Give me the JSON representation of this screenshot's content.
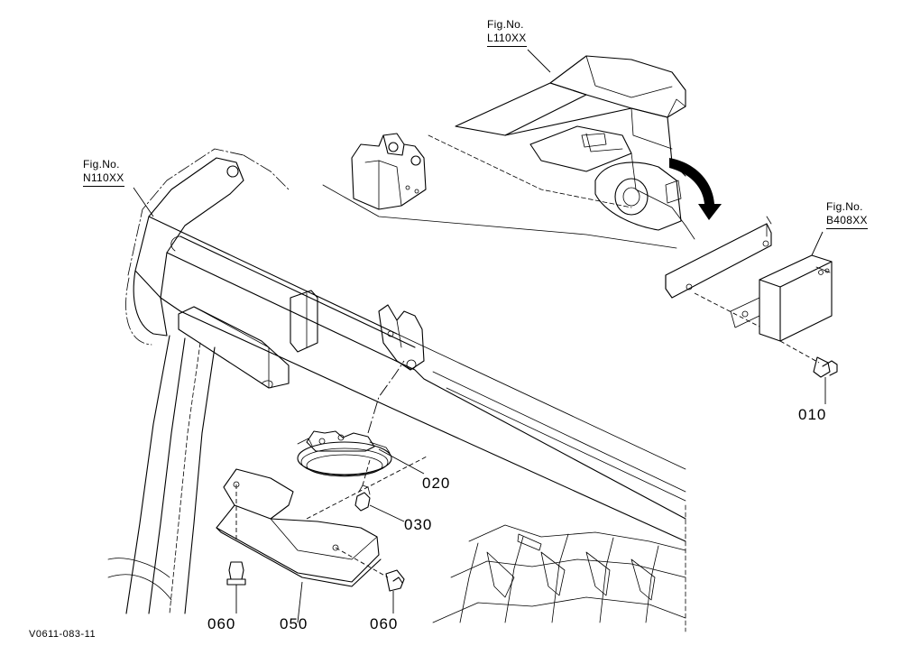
{
  "figure_refs": [
    {
      "label": "Fig.No.",
      "code": "L110XX"
    },
    {
      "label": "Fig.No.",
      "code": "N110XX"
    },
    {
      "label": "Fig.No.",
      "code": "B408XX"
    }
  ],
  "part_numbers": [
    "010",
    "020",
    "030",
    "050",
    "060",
    "060"
  ],
  "drawing_code": "V0611-083-11"
}
